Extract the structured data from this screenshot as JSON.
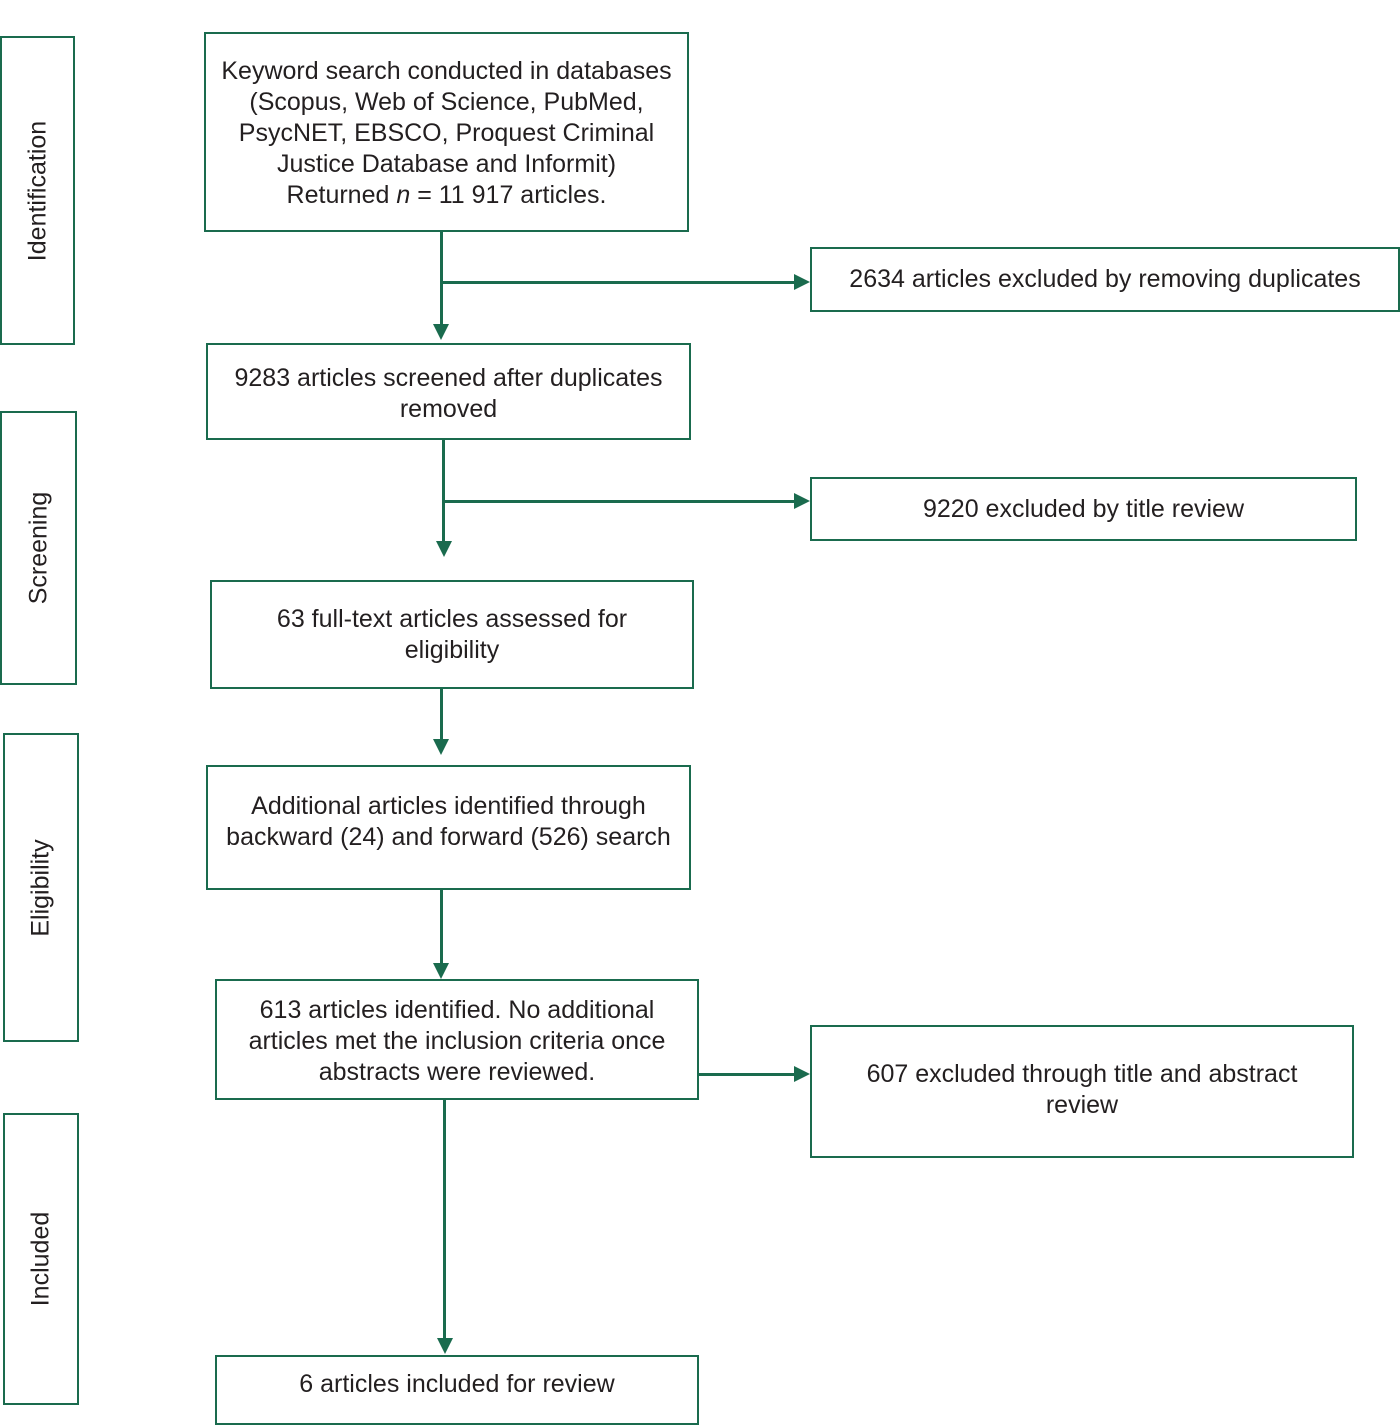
{
  "stages": {
    "identification": "Identification",
    "screening": "Screening",
    "eligibility": "Eligibility",
    "included": "Included"
  },
  "boxes": {
    "search": {
      "l1": "Keyword search conducted in databases",
      "l2": "(Scopus, Web of Science, PubMed,",
      "l3": "PsycNET, EBSCO, Proquest Criminal",
      "l4": "Justice Database and Informit)",
      "l5_pre": "Returned ",
      "l5_n": "n",
      "l5_post": " = 11 917 articles."
    },
    "duplicates_excluded": "2634 articles excluded by removing duplicates",
    "screened": {
      "l1": "9283 articles screened after duplicates",
      "l2": "removed"
    },
    "title_excluded": "9220 excluded by title review",
    "fulltext": {
      "l1": "63 full-text articles assessed for",
      "l2": "eligibility"
    },
    "additional": {
      "l1": "Additional articles identified through",
      "l2": "backward (24) and forward (526) search"
    },
    "identified": {
      "l1": "613 articles identified.  No additional",
      "l2": "articles met the inclusion criteria once",
      "l3": "abstracts were reviewed."
    },
    "abstract_excluded": {
      "l1": "607 excluded through title and abstract",
      "l2": "review"
    },
    "included": "6 articles included for review"
  }
}
